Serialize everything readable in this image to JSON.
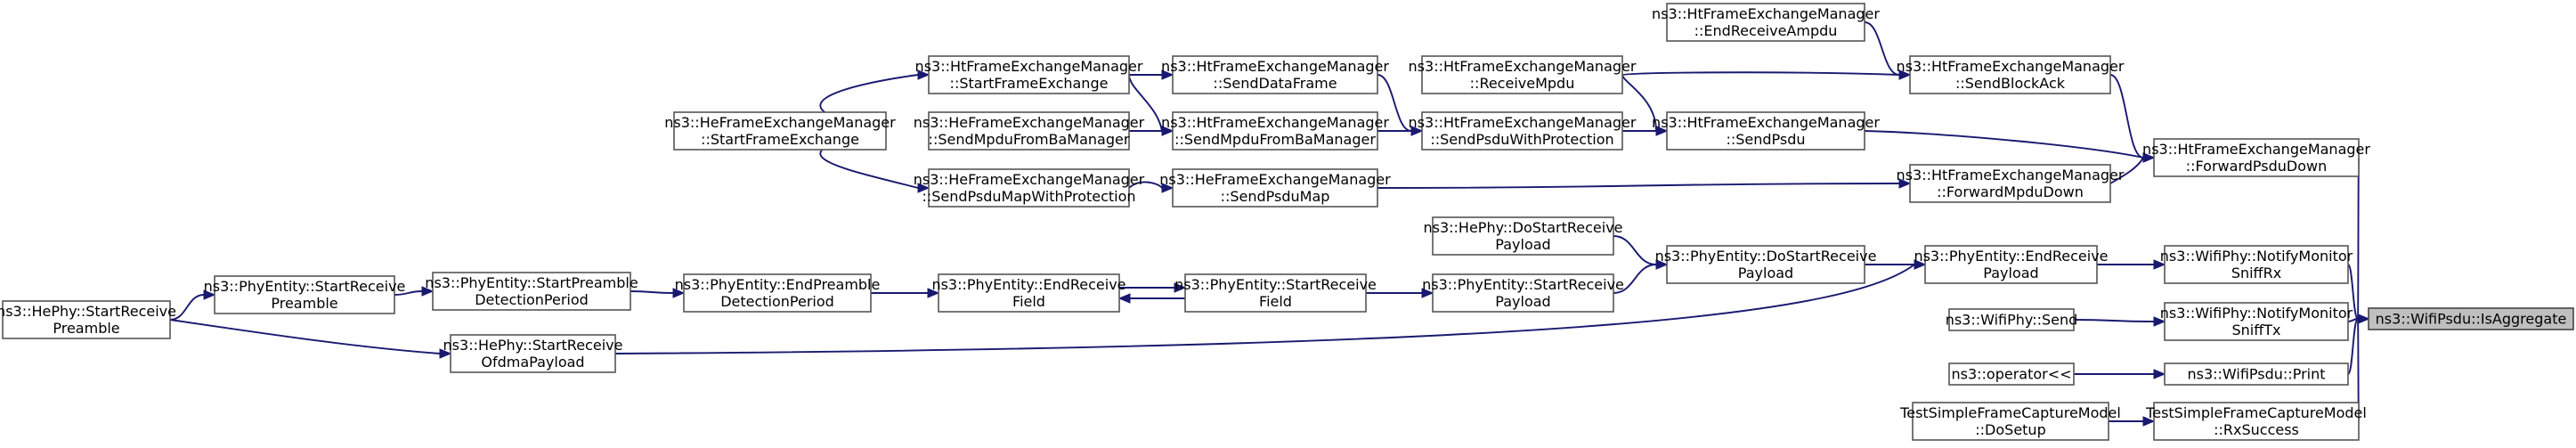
{
  "graph": {
    "root": "ns3::WifiPsdu::IsAggregate",
    "node_border_color": "#555555",
    "root_fill_color": "#bfbfbf",
    "edge_color": "#191970",
    "nodes": [
      {
        "id": "isagg",
        "lines": [
          "ns3::WifiPsdu::IsAggregate"
        ]
      },
      {
        "id": "fwdpsdudown",
        "lines": [
          "ns3::HtFrameExchangeManager",
          "::ForwardPsduDown"
        ]
      },
      {
        "id": "notifysniffrx",
        "lines": [
          "ns3::WifiPhy::NotifyMonitor",
          "SniffRx"
        ]
      },
      {
        "id": "notifysnifftx",
        "lines": [
          "ns3::WifiPhy::NotifyMonitor",
          "SniffTx"
        ]
      },
      {
        "id": "print",
        "lines": [
          "ns3::WifiPsdu::Print"
        ]
      },
      {
        "id": "rxsuccess",
        "lines": [
          "TestSimpleFrameCaptureModel",
          "::RxSuccess"
        ]
      },
      {
        "id": "sendblockack",
        "lines": [
          "ns3::HtFrameExchangeManager",
          "::SendBlockAck"
        ]
      },
      {
        "id": "endreceiveampdu",
        "lines": [
          "ns3::HtFrameExchangeManager",
          "::EndReceiveAmpdu"
        ]
      },
      {
        "id": "receivempdu",
        "lines": [
          "ns3::HtFrameExchangeManager",
          "::ReceiveMpdu"
        ]
      },
      {
        "id": "sendpsdu",
        "lines": [
          "ns3::HtFrameExchangeManager",
          "::SendPsdu"
        ]
      },
      {
        "id": "sendpsduwithprot",
        "lines": [
          "ns3::HtFrameExchangeManager",
          "::SendPsduWithProtection"
        ]
      },
      {
        "id": "senddataframe",
        "lines": [
          "ns3::HtFrameExchangeManager",
          "::SendDataFrame"
        ]
      },
      {
        "id": "htstartframeexch",
        "lines": [
          "ns3::HtFrameExchangeManager",
          "::StartFrameExchange"
        ]
      },
      {
        "id": "hestartframeexch",
        "lines": [
          "ns3::HeFrameExchangeManager",
          "::StartFrameExchange"
        ]
      },
      {
        "id": "htsendmpdufromba",
        "lines": [
          "ns3::HtFrameExchangeManager",
          "::SendMpduFromBaManager"
        ]
      },
      {
        "id": "hesendmpdufromba",
        "lines": [
          "ns3::HeFrameExchangeManager",
          "::SendMpduFromBaManager"
        ]
      },
      {
        "id": "fwdmpdudown",
        "lines": [
          "ns3::HtFrameExchangeManager",
          "::ForwardMpduDown"
        ]
      },
      {
        "id": "hesendpsdumap",
        "lines": [
          "ns3::HeFrameExchangeManager",
          "::SendPsduMap"
        ]
      },
      {
        "id": "hesendpsdumapprot",
        "lines": [
          "ns3::HeFrameExchangeManager",
          "::SendPsduMapWithProtection"
        ]
      },
      {
        "id": "endreceivepayload",
        "lines": [
          "ns3::PhyEntity::EndReceive",
          "Payload"
        ]
      },
      {
        "id": "dostartreceivepayload",
        "lines": [
          "ns3::PhyEntity::DoStartReceive",
          "Payload"
        ]
      },
      {
        "id": "hedostartreceivepayload",
        "lines": [
          "ns3::HePhy::DoStartReceive",
          "Payload"
        ]
      },
      {
        "id": "startreceivepayload",
        "lines": [
          "ns3::PhyEntity::StartReceive",
          "Payload"
        ]
      },
      {
        "id": "startreceivefield",
        "lines": [
          "ns3::PhyEntity::StartReceive",
          "Field"
        ]
      },
      {
        "id": "endreceivefield",
        "lines": [
          "ns3::PhyEntity::EndReceive",
          "Field"
        ]
      },
      {
        "id": "endpreambledet",
        "lines": [
          "ns3::PhyEntity::EndPreamble",
          "DetectionPeriod"
        ]
      },
      {
        "id": "startpreambledet",
        "lines": [
          "ns3::PhyEntity::StartPreamble",
          "DetectionPeriod"
        ]
      },
      {
        "id": "startreceivepreamble",
        "lines": [
          "ns3::PhyEntity::StartReceive",
          "Preamble"
        ]
      },
      {
        "id": "hestartreceivepreamble",
        "lines": [
          "ns3::HePhy::StartReceive",
          "Preamble"
        ]
      },
      {
        "id": "hestartreceiveofdma",
        "lines": [
          "ns3::HePhy::StartReceive",
          "OfdmaPayload"
        ]
      },
      {
        "id": "wifiphysend",
        "lines": [
          "ns3::WifiPhy::Send"
        ]
      },
      {
        "id": "operatorlshift",
        "lines": [
          "ns3::operator<<"
        ]
      },
      {
        "id": "dosetup",
        "lines": [
          "TestSimpleFrameCaptureModel",
          "::DoSetup"
        ]
      }
    ],
    "edges": [
      {
        "from": "fwdpsdudown",
        "to": "isagg"
      },
      {
        "from": "notifysniffrx",
        "to": "isagg"
      },
      {
        "from": "notifysnifftx",
        "to": "isagg"
      },
      {
        "from": "print",
        "to": "isagg"
      },
      {
        "from": "rxsuccess",
        "to": "isagg"
      },
      {
        "from": "sendblockack",
        "to": "fwdpsdudown"
      },
      {
        "from": "sendpsdu",
        "to": "fwdpsdudown"
      },
      {
        "from": "fwdmpdudown",
        "to": "fwdpsdudown"
      },
      {
        "from": "endreceiveampdu",
        "to": "sendblockack"
      },
      {
        "from": "receivempdu",
        "to": "sendblockack"
      },
      {
        "from": "receivempdu",
        "to": "sendpsdu"
      },
      {
        "from": "sendpsduwithprot",
        "to": "sendpsdu"
      },
      {
        "from": "senddataframe",
        "to": "sendpsduwithprot"
      },
      {
        "from": "htsendmpdufromba",
        "to": "sendpsduwithprot"
      },
      {
        "from": "htstartframeexch",
        "to": "senddataframe"
      },
      {
        "from": "htstartframeexch",
        "to": "htsendmpdufromba"
      },
      {
        "from": "hesendmpdufromba",
        "to": "htsendmpdufromba"
      },
      {
        "from": "hestartframeexch",
        "to": "htstartframeexch"
      },
      {
        "from": "hestartframeexch",
        "to": "hesendpsdumapprot"
      },
      {
        "from": "hesendpsdumap",
        "to": "fwdmpdudown"
      },
      {
        "from": "hesendpsdumapprot",
        "to": "hesendpsdumap"
      },
      {
        "from": "endreceivepayload",
        "to": "notifysniffrx"
      },
      {
        "from": "dostartreceivepayload",
        "to": "endreceivepayload"
      },
      {
        "from": "hestartreceiveofdma",
        "to": "endreceivepayload"
      },
      {
        "from": "hedostartreceivepayload",
        "to": "dostartreceivepayload"
      },
      {
        "from": "startreceivepayload",
        "to": "dostartreceivepayload"
      },
      {
        "from": "startreceivefield",
        "to": "startreceivepayload"
      },
      {
        "from": "startreceivefield",
        "to": "endreceivefield"
      },
      {
        "from": "endreceivefield",
        "to": "startreceivefield"
      },
      {
        "from": "endpreambledet",
        "to": "endreceivefield"
      },
      {
        "from": "startpreambledet",
        "to": "endpreambledet"
      },
      {
        "from": "startreceivepreamble",
        "to": "startpreambledet"
      },
      {
        "from": "hestartreceivepreamble",
        "to": "startreceivepreamble"
      },
      {
        "from": "hestartreceivepreamble",
        "to": "hestartreceiveofdma"
      },
      {
        "from": "wifiphysend",
        "to": "notifysnifftx"
      },
      {
        "from": "operatorlshift",
        "to": "print"
      },
      {
        "from": "dosetup",
        "to": "rxsuccess"
      }
    ]
  }
}
